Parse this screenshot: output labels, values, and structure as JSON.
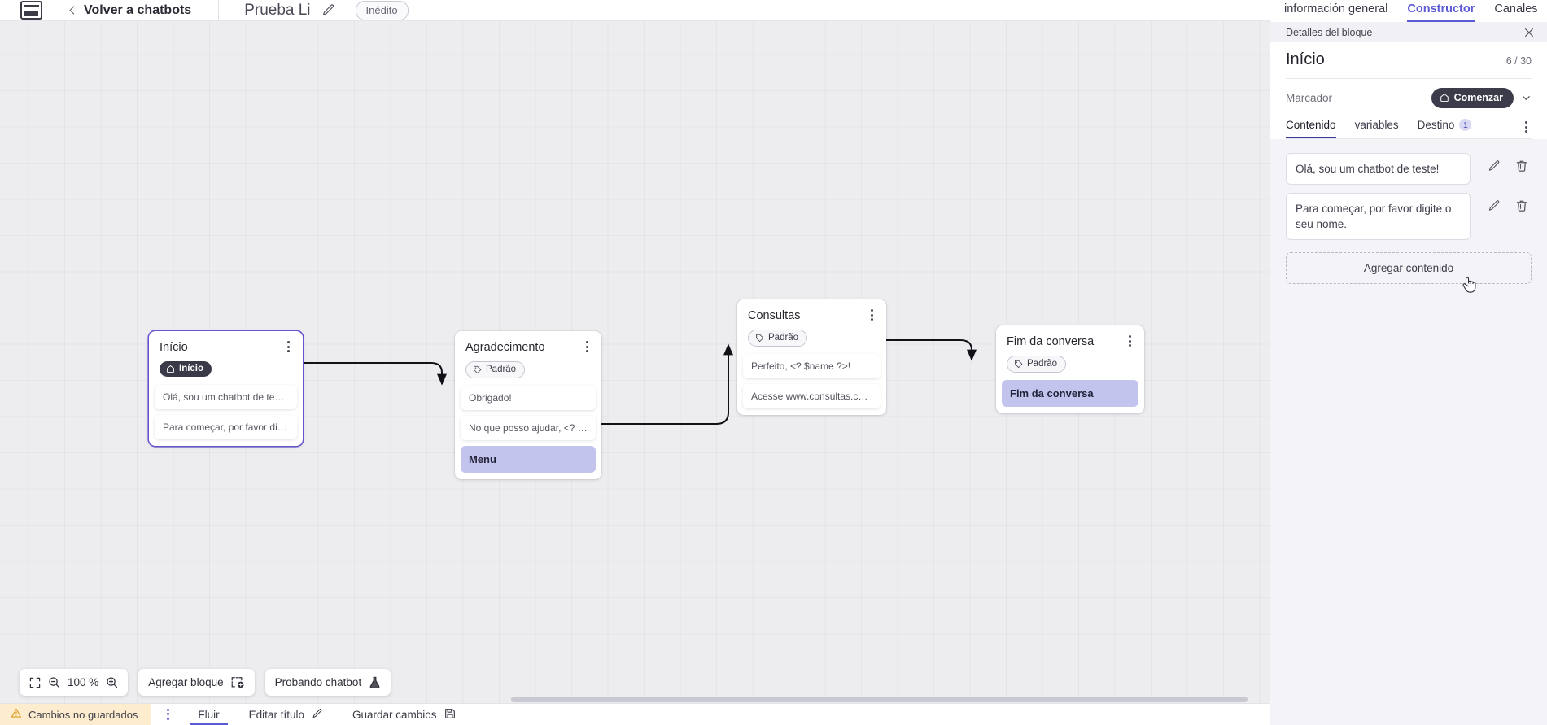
{
  "topbar": {
    "logo_icon": "app-logo-icon",
    "back_icon": "chevron-left-icon",
    "back_label": "Volver a chatbots",
    "doc_title": "Prueba Li",
    "edit_icon": "pencil-icon",
    "status_badge": "Inédito"
  },
  "panel_tabs": [
    {
      "label": "información general",
      "active": false
    },
    {
      "label": "Constructor",
      "active": true
    },
    {
      "label": "Canales",
      "active": false
    }
  ],
  "canvas": {
    "zoom": {
      "fit_icon": "fit-screen-icon",
      "zoom_out_icon": "zoom-out-icon",
      "level": "100 %",
      "zoom_in_icon": "zoom-in-icon"
    },
    "add_block": {
      "label": "Agregar bloque",
      "icon": "add-block-icon"
    },
    "test_bot": {
      "label": "Probando chatbot",
      "icon": "flask-icon"
    },
    "nodes": [
      {
        "id": "inicio",
        "title": "Início",
        "tag": {
          "label": "Início",
          "type": "start",
          "icon": "home-icon"
        },
        "selected": true,
        "messages": [
          {
            "text": "Olá, sou um chatbot de teste!",
            "highlight": false
          },
          {
            "text": "Para começar, por favor digite o ...",
            "highlight": false
          }
        ]
      },
      {
        "id": "agradecimento",
        "title": "Agradecimento",
        "tag": {
          "label": "Padrão",
          "type": "default",
          "icon": "tag-icon"
        },
        "selected": false,
        "messages": [
          {
            "text": "Obrigado!",
            "highlight": false
          },
          {
            "text": "No que posso ajudar, <? $name ...",
            "highlight": false
          },
          {
            "text": "Menu",
            "highlight": true
          }
        ]
      },
      {
        "id": "consultas",
        "title": "Consultas",
        "tag": {
          "label": "Padrão",
          "type": "default",
          "icon": "tag-icon"
        },
        "selected": false,
        "messages": [
          {
            "text": "Perfeito, <? $name ?>!",
            "highlight": false
          },
          {
            "text": "Acesse www.consultas.com par...",
            "highlight": false
          }
        ]
      },
      {
        "id": "fim",
        "title": "Fim da conversa",
        "tag": {
          "label": "Padrão",
          "type": "default",
          "icon": "tag-icon"
        },
        "selected": false,
        "messages": [
          {
            "text": "Fim da conversa",
            "highlight": true
          }
        ]
      }
    ]
  },
  "statusbar": {
    "warning_icon": "warning-triangle-icon",
    "unsaved_label": "Cambios no guardados",
    "kebab_icon": "kebab-menu-icon",
    "flow_label": "Fluir",
    "edit_title_label": "Editar título",
    "edit_title_icon": "pencil-icon",
    "save_label": "Guardar cambios",
    "save_icon": "save-disk-icon"
  },
  "side_panel": {
    "header_label": "Detalles del bloque",
    "close_icon": "close-icon",
    "block_title": "Início",
    "counter": "6 / 30",
    "marker_label": "Marcador",
    "marker_value": "Comenzar",
    "marker_icon": "home-icon",
    "marker_chevron_icon": "chevron-down-icon",
    "tabs": [
      {
        "label": "Contenido",
        "active": true,
        "badge": null
      },
      {
        "label": "variables",
        "active": false,
        "badge": null
      },
      {
        "label": "Destino",
        "active": false,
        "badge": "1"
      }
    ],
    "tabs_kebab_icon": "kebab-menu-icon",
    "contents": [
      {
        "text": "Olá, sou um chatbot de teste!",
        "edit_icon": "pencil-icon",
        "delete_icon": "trash-icon"
      },
      {
        "text": "Para começar, por favor digite o seu nome.",
        "edit_icon": "pencil-icon",
        "delete_icon": "trash-icon"
      }
    ],
    "add_content_label": "Agregar contenido"
  },
  "colors": {
    "accent": "#5b5bd6",
    "canvas_bg": "#ededf0",
    "panel_bg": "#f4f4f8",
    "highlight": "#c3c4ee",
    "dark_pill": "#3b3b4a",
    "warning_bg": "#fdeccd"
  }
}
